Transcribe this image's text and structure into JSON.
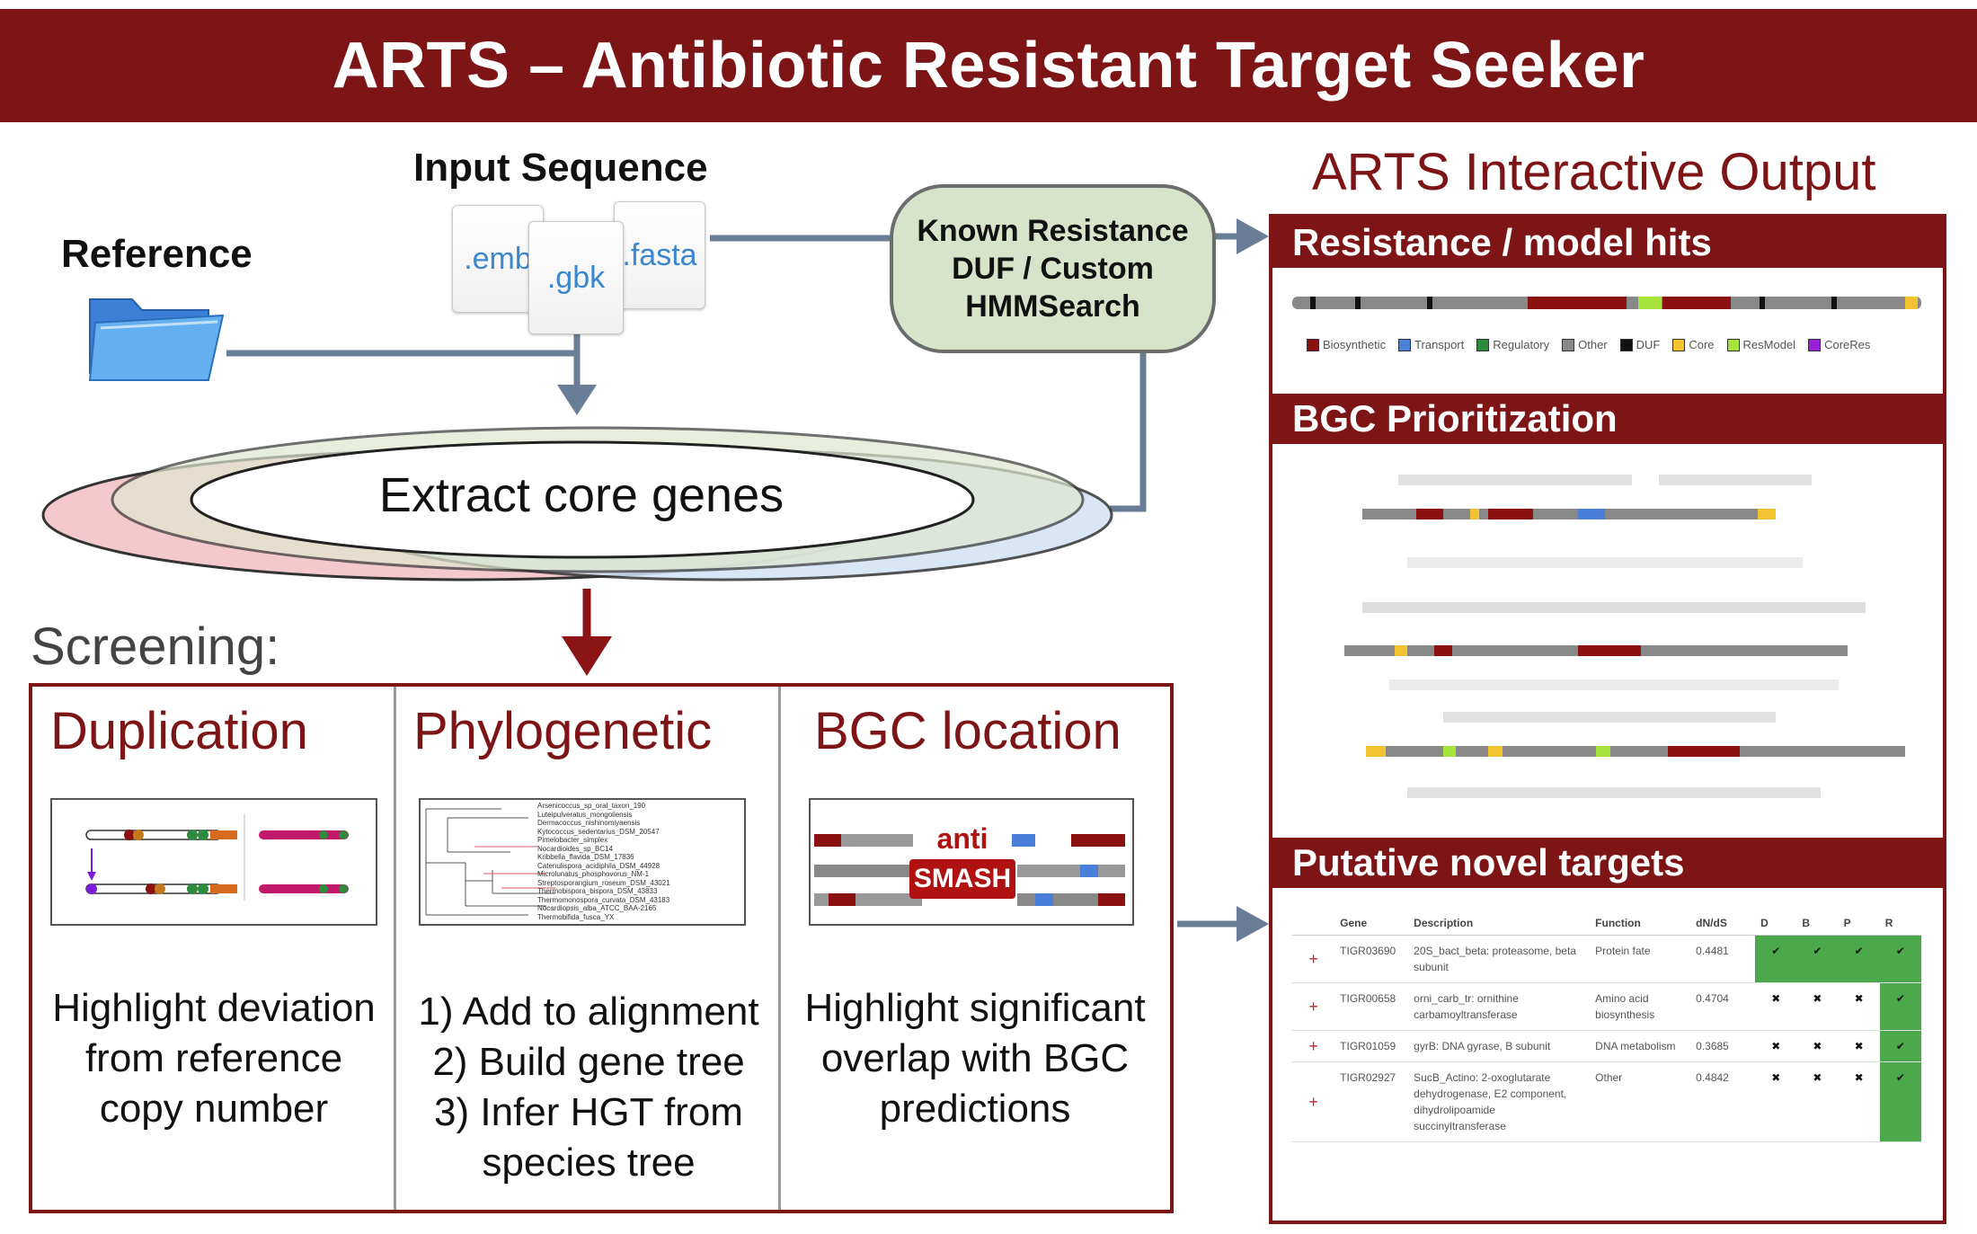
{
  "header": {
    "title": "ARTS – Antibiotic Resistant Target Seeker"
  },
  "input": {
    "label": "Input Sequence",
    "files": [
      ".emb",
      ".gbk",
      ".fasta"
    ]
  },
  "reference": {
    "label": "Reference"
  },
  "hmm": {
    "lines": [
      "Known Resistance",
      "DUF / Custom",
      "HMMSearch"
    ]
  },
  "extract": {
    "label": "Extract core genes"
  },
  "screening": {
    "label": "Screening:",
    "columns": [
      {
        "title": "Duplication",
        "desc": [
          "Highlight deviation",
          "from reference",
          "copy number"
        ]
      },
      {
        "title": "Phylogenetic",
        "desc": [
          "1) Add to alignment",
          "2) Build gene tree",
          "3) Infer HGT from",
          "species tree"
        ]
      },
      {
        "title": "BGC location",
        "desc": [
          "Highlight significant",
          "overlap with BGC",
          "predictions"
        ]
      }
    ],
    "antismash": {
      "top": "anti",
      "bottom": "SMASH"
    },
    "tree_taxa": [
      "Arsenicoccus_sp_oral_taxon_190",
      "Luteipulveratus_mongoliensis",
      "Dermacoccus_nishinomiyaensis",
      "Kytococcus_sedentarius_DSM_20547",
      "Pimelobacter_simplex",
      "Nocardioides_sp_BC14",
      "Kribbella_flavida_DSM_17836",
      "Catenulispora_acidiphila_DSM_44928",
      "Microlunatus_phosphovorus_NM-1",
      "Streptosporangium_roseum_DSM_43021",
      "Thermobispora_bispora_DSM_43833",
      "Thermomonospora_curvata_DSM_43183",
      "Nocardiopsis_alba_ATCC_BAA-2165",
      "Thermobifida_fusca_YX"
    ]
  },
  "output": {
    "title": "ARTS Interactive Output",
    "panels": {
      "resistance": "Resistance / model hits",
      "bgc": "BGC Prioritization",
      "targets": "Putative novel targets"
    },
    "legend": [
      {
        "label": "Biosynthetic",
        "color": "#8b1010"
      },
      {
        "label": "Transport",
        "color": "#4a7fd9"
      },
      {
        "label": "Regulatory",
        "color": "#2e8b3e"
      },
      {
        "label": "Other",
        "color": "#888888"
      },
      {
        "label": "DUF",
        "color": "#111111"
      },
      {
        "label": "Core",
        "color": "#f2c230"
      },
      {
        "label": "ResModel",
        "color": "#a6e33b"
      },
      {
        "label": "CoreRes",
        "color": "#9b1fd6"
      }
    ],
    "table": {
      "headers": [
        "Gene",
        "Description",
        "Function",
        "dN/dS",
        "D",
        "B",
        "P",
        "R"
      ],
      "rows": [
        {
          "gene": "TIGR03690",
          "desc": "20S_bact_beta: proteasome, beta subunit",
          "func": "Protein fate",
          "dnds": "0.4481",
          "marks": [
            "✔",
            "✔",
            "✔",
            "✔"
          ]
        },
        {
          "gene": "TIGR00658",
          "desc": "orni_carb_tr: ornithine carbamoyltransferase",
          "func": "Amino acid biosynthesis",
          "dnds": "0.4704",
          "marks": [
            "✖",
            "✖",
            "✖",
            "✔"
          ]
        },
        {
          "gene": "TIGR01059",
          "desc": "gyrB: DNA gyrase, B subunit",
          "func": "DNA metabolism",
          "dnds": "0.3685",
          "marks": [
            "✖",
            "✖",
            "✖",
            "✔"
          ]
        },
        {
          "gene": "TIGR02927",
          "desc": "SucB_Actino: 2-oxoglutarate dehydrogenase, E2 component, dihydrolipoamide succinyltransferase",
          "func": "Other",
          "dnds": "0.4842",
          "marks": [
            "✖",
            "✖",
            "✖",
            "✔"
          ]
        }
      ],
      "expand_symbol": "+"
    }
  }
}
